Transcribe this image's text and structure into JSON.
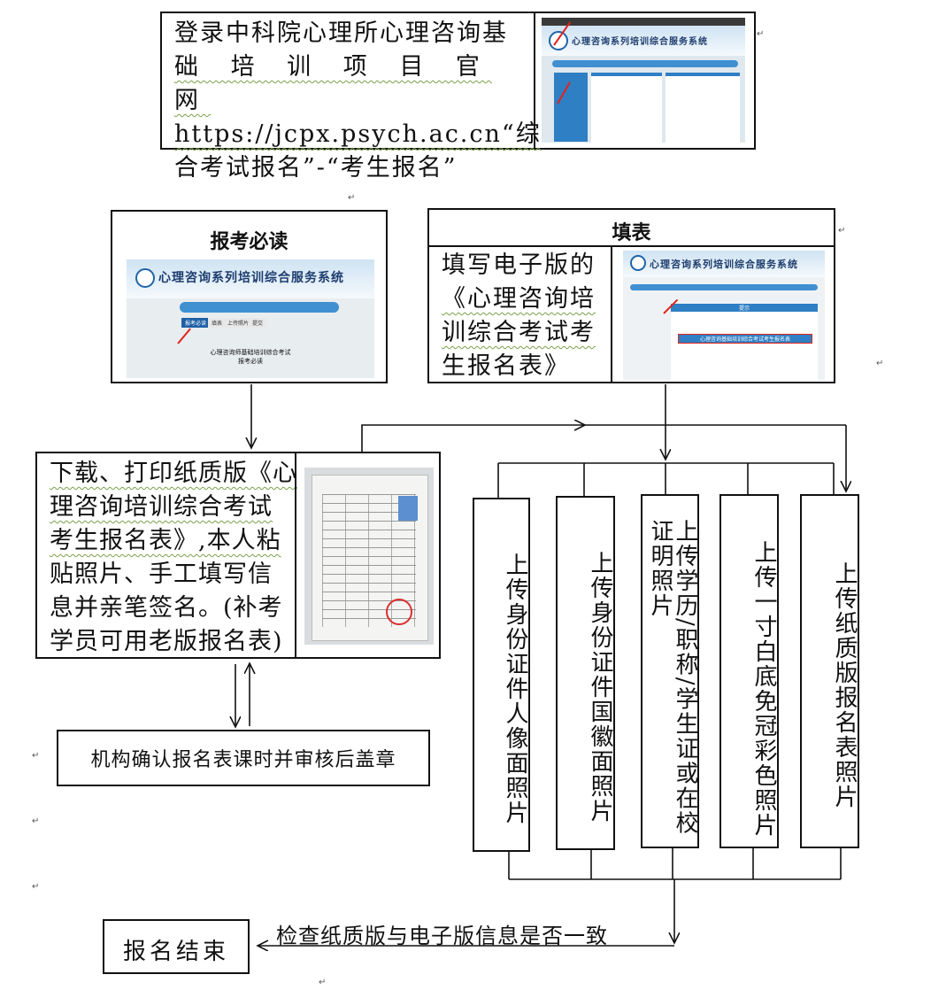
{
  "steps": {
    "login": {
      "text_line1": "登录中科院心理所心理咨询基",
      "text_line2": "础 培 训 项 目 官 网",
      "text_line3": "https://jcpx.psych.ac.cn“综",
      "text_line4": "合考试报名”-“考生报名”"
    },
    "notice": {
      "title": "报考必读"
    },
    "fill": {
      "title": "填表",
      "text_line1": "填写电子版的",
      "text_line2": "《心理咨询培",
      "text_line3": "训综合考试考",
      "text_line4": "生报名表》"
    },
    "download": {
      "text_line1": "下载、打印纸质版《心",
      "text_line2": "理咨询培训综合考试",
      "text_line3": "考生报名表》,本人粘",
      "text_line4": "贴照片、手工填写信",
      "text_line5": "息并亲笔签名。(补考",
      "text_line6": "学员可用老版报名表)"
    },
    "confirm": {
      "text": "机构确认报名表课时并审核后盖章"
    },
    "uploads": [
      {
        "text": "上传身份证件人像面照片"
      },
      {
        "text": "上传身份证件国徽面照片"
      },
      {
        "text": "上传学历/职称/学生证或在校证明照片"
      },
      {
        "text": "上传一寸白底免冠彩色照片"
      },
      {
        "text": "上传纸质版报名表照片"
      }
    ],
    "check": {
      "text": "检查纸质版与电子版信息是否一致"
    },
    "end": {
      "text": "报名结束"
    }
  },
  "screenshots": {
    "site_title": "心理咨询系列培训综合服务系统",
    "notice_tabs": [
      "报考必读",
      "填表",
      "上传照片",
      "提交"
    ],
    "notice_caption_line1": "心理咨询师基础培训综合考试",
    "notice_caption_line2": "报考必读",
    "form_heading": "提示",
    "form_title": "心理咨询基础培训综合考试考生报名表"
  },
  "colors": {
    "site_blue": "#3f8fd1",
    "highlight_red": "#e2231a",
    "underline_green": "#7aa04a"
  }
}
